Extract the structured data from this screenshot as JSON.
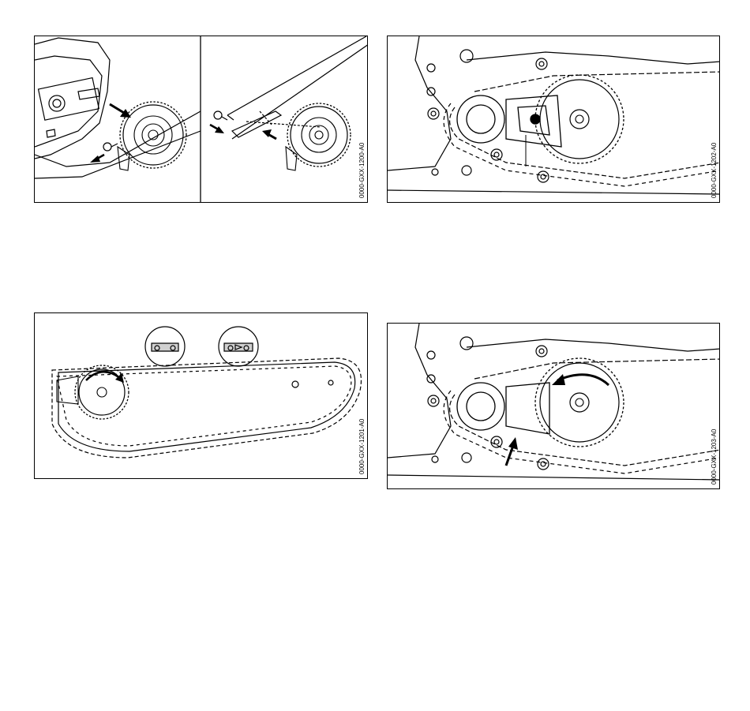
{
  "figures": [
    {
      "code": "0000-GXX-1200-A0"
    },
    {
      "code": "0000-GXX-1202-A0"
    },
    {
      "code": "0000-GXX-1201-A0"
    },
    {
      "code": "0000-GXX-1203-A0"
    }
  ]
}
